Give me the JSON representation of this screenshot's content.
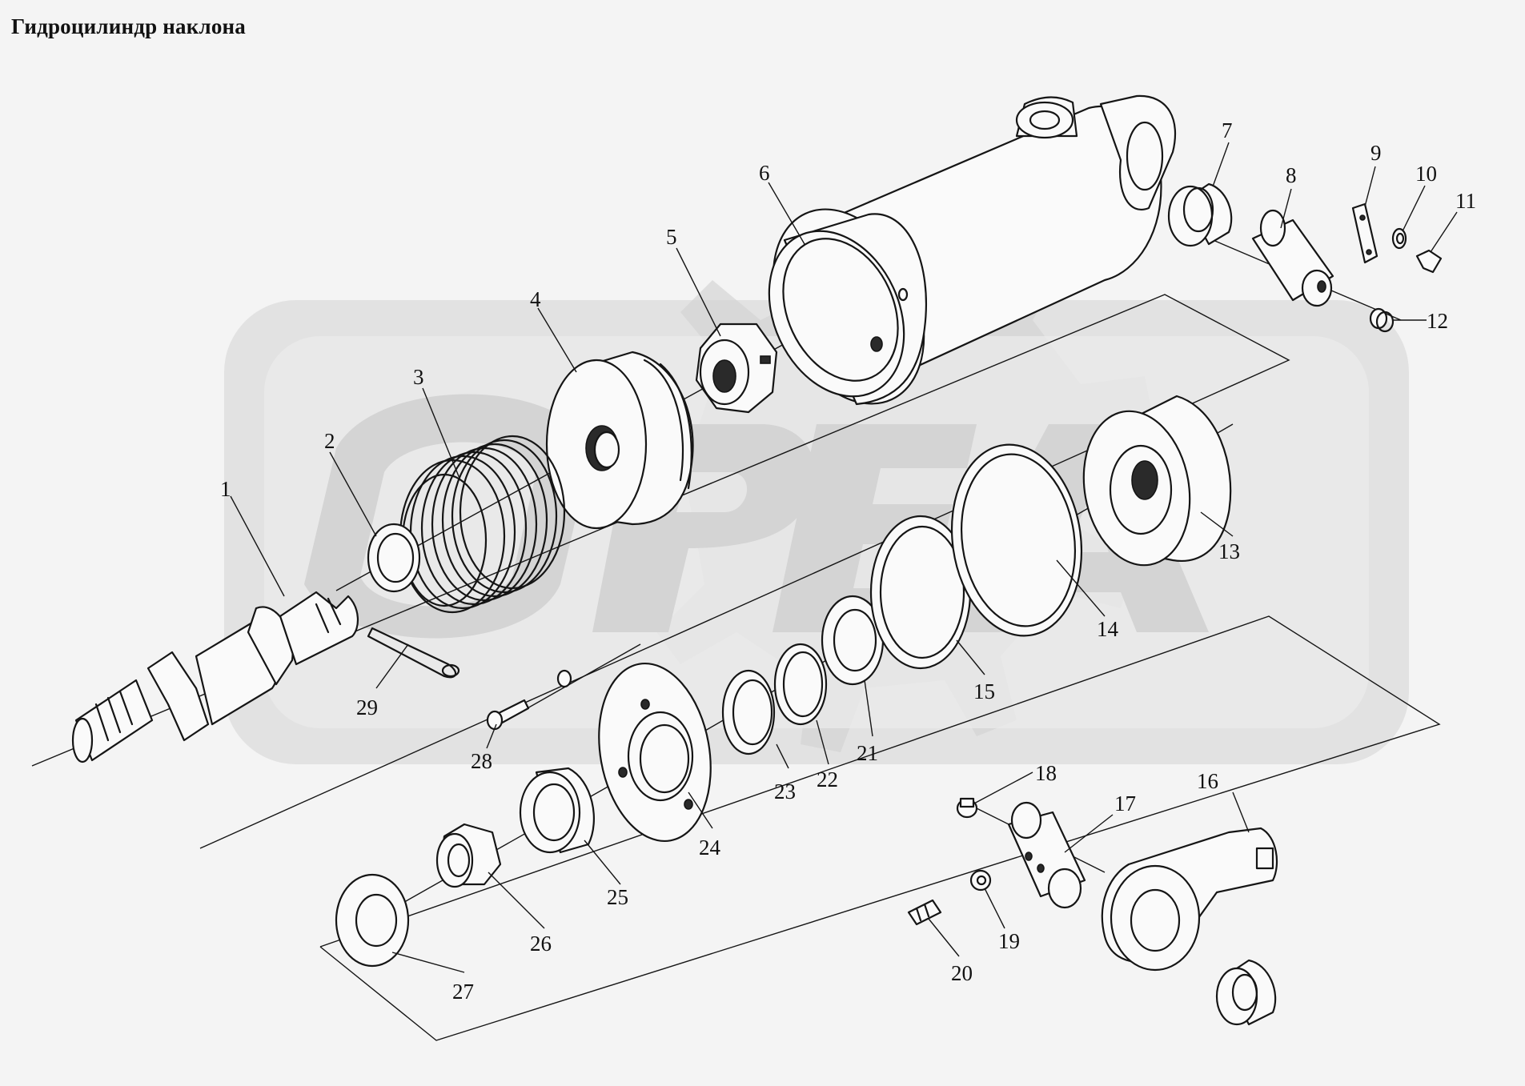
{
  "title": "Гидроцилиндр наклона",
  "callouts": [
    {
      "id": "1",
      "text": "1"
    },
    {
      "id": "2",
      "text": "2"
    },
    {
      "id": "3",
      "text": "3"
    },
    {
      "id": "4",
      "text": "4"
    },
    {
      "id": "5",
      "text": "5"
    },
    {
      "id": "6",
      "text": "6"
    },
    {
      "id": "7",
      "text": "7"
    },
    {
      "id": "8",
      "text": "8"
    },
    {
      "id": "9",
      "text": "9"
    },
    {
      "id": "10",
      "text": "10"
    },
    {
      "id": "11",
      "text": "11"
    },
    {
      "id": "12",
      "text": "12"
    },
    {
      "id": "13",
      "text": "13"
    },
    {
      "id": "14",
      "text": "14"
    },
    {
      "id": "15",
      "text": "15"
    },
    {
      "id": "16",
      "text": "16"
    },
    {
      "id": "17",
      "text": "17"
    },
    {
      "id": "18",
      "text": "18"
    },
    {
      "id": "19",
      "text": "19"
    },
    {
      "id": "20",
      "text": "20"
    },
    {
      "id": "21",
      "text": "21"
    },
    {
      "id": "22",
      "text": "22"
    },
    {
      "id": "23",
      "text": "23"
    },
    {
      "id": "24",
      "text": "24"
    },
    {
      "id": "25",
      "text": "25"
    },
    {
      "id": "26",
      "text": "26"
    },
    {
      "id": "27",
      "text": "27"
    },
    {
      "id": "28",
      "text": "28"
    },
    {
      "id": "29",
      "text": "29"
    }
  ],
  "colors": {
    "line": "#151515",
    "paper": "#f4f4f4",
    "watermark": "#d4d4d4"
  }
}
